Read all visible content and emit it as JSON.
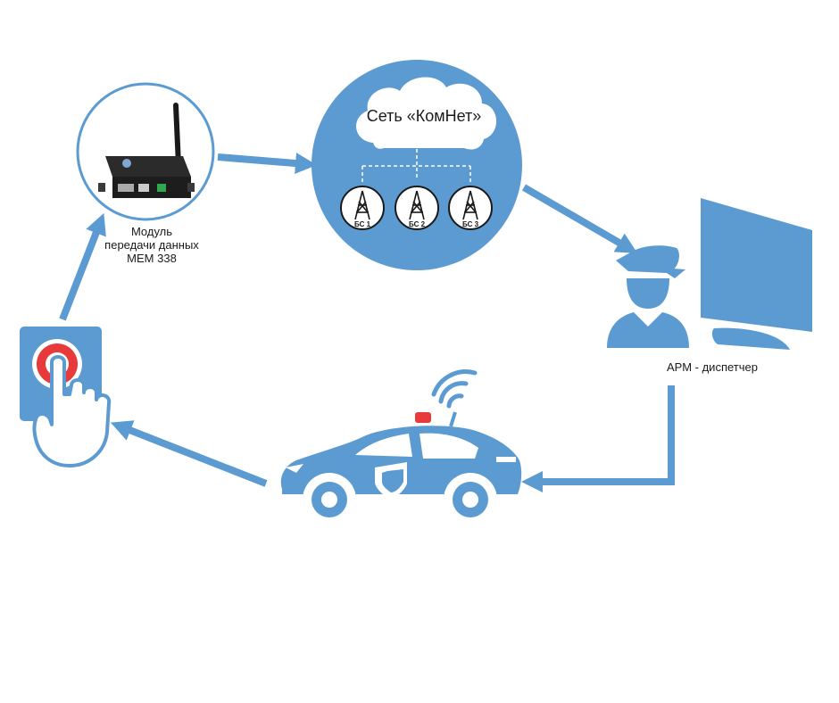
{
  "modem": {
    "label_line1": "Модуль",
    "label_line2": "передачи данных",
    "label_line3": "МЕМ 338"
  },
  "network": {
    "title": "Сеть «КомНет»",
    "base_stations": [
      "БС 1",
      "БС 2",
      "БС 3"
    ]
  },
  "operator": {
    "label": "АРМ - диспетчер"
  },
  "colors": {
    "accent_blue": "#5b9bd1",
    "alarm_red": "#e83a3a",
    "light_blue": "#dbe9f6"
  },
  "icons": [
    "modem-device-icon",
    "cloud-icon",
    "radio-tower-icon",
    "dispatcher-icon",
    "monitor-icon",
    "police-car-icon",
    "panic-button-icon",
    "hand-icon"
  ]
}
